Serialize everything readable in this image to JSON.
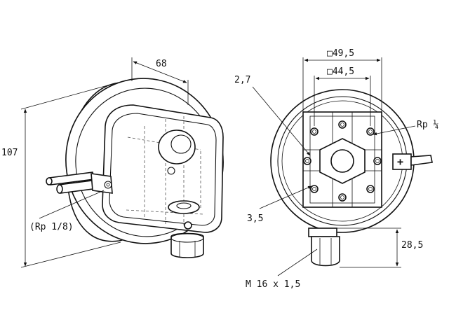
{
  "dimensions": {
    "depth": "68",
    "height": "107",
    "connection_left": "(Rp 1/8)",
    "outer_square": "□49,5",
    "inner_square": "□44,5",
    "hole_diameter": "2,7",
    "connection_right": "Rp ¼",
    "screw_hole": "3,5",
    "gland_offset": "28,5",
    "cable_gland_thread": "M 16 x 1,5"
  },
  "symbols": {
    "plus_port": "+"
  },
  "colors": {
    "line": "#111111",
    "background": "#ffffff"
  }
}
